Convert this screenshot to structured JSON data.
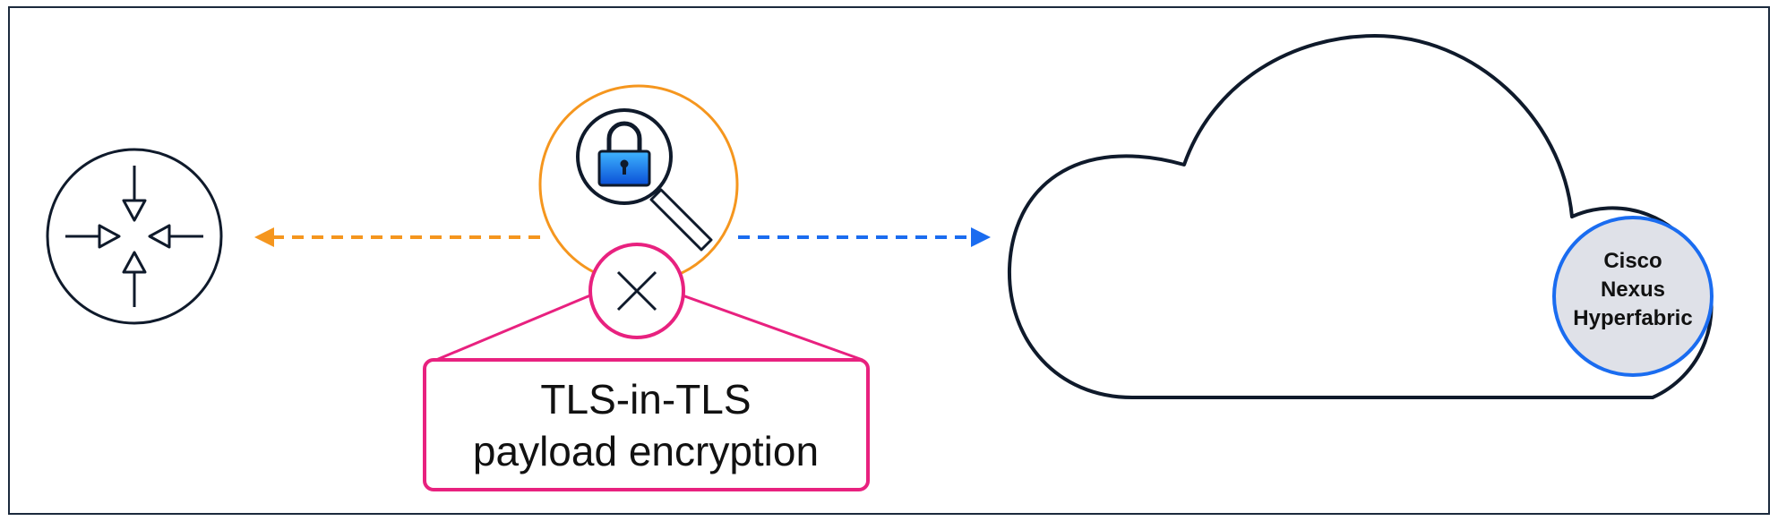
{
  "callout": {
    "line1": "TLS-in-TLS",
    "line2": "payload encryption"
  },
  "fabric": {
    "line1": "Cisco",
    "line2": "Nexus",
    "line3": "Hyperfabric"
  },
  "icons": {
    "router": "router-icon",
    "inspection": "lock-magnifier-icon",
    "blocked": "close-icon",
    "cloud": "cloud-icon"
  },
  "colors": {
    "frame": "#1b2a3d",
    "outline": "#0f1a2b",
    "orange": "#f5961e",
    "blue": "#1a6cf0",
    "magenta": "#e8217f",
    "lock_gradient_top": "#3fb4ff",
    "lock_gradient_bottom": "#0a4fd6",
    "fabric_fill": "#dfe1e8"
  }
}
